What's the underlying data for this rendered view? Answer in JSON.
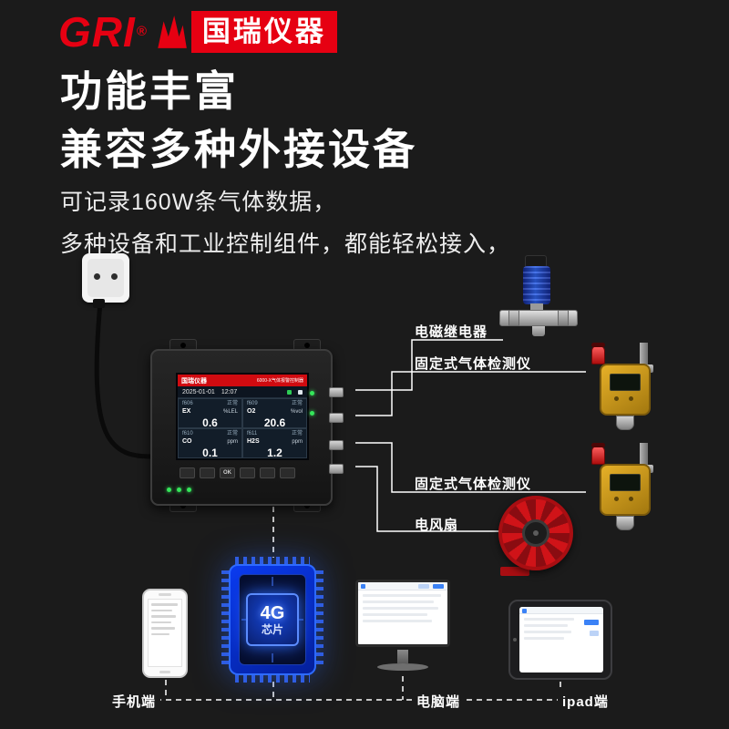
{
  "colors": {
    "accent": "#e60012",
    "background": "#1b1b1b"
  },
  "logo": {
    "brand": "GRI",
    "reg": "®",
    "company": "国瑞仪器"
  },
  "headings": {
    "line1": "功能丰富",
    "line2": "兼容多种外接设备"
  },
  "intro": {
    "line1": "可记录160W条气体数据，",
    "line2": "多种设备和工业控制组件，都能轻松接入，"
  },
  "controller": {
    "brand": "国瑞仪器",
    "model": "6000-X气体报警控制器",
    "date": "2025-01-01",
    "time": "12:07",
    "channels": [
      {
        "id": "f606",
        "status": "正常",
        "gas": "EX",
        "unit": "%LEL",
        "value": "0.6"
      },
      {
        "id": "f609",
        "status": "正常",
        "gas": "O2",
        "unit": "%vol",
        "value": "20.6"
      },
      {
        "id": "f610",
        "status": "正常",
        "gas": "CO",
        "unit": "ppm",
        "value": "0.1"
      },
      {
        "id": "f611",
        "status": "正常",
        "gas": "H2S",
        "unit": "ppm",
        "value": "1.2"
      }
    ],
    "keys": [
      "",
      "",
      "OK",
      "",
      "",
      ""
    ]
  },
  "peripherals": {
    "relay": "电磁继电器",
    "detector_top": "固定式气体检测仪",
    "detector_bottom": "固定式气体检测仪",
    "fan": "电风扇"
  },
  "clients": {
    "phone": "手机端",
    "pc": "电脑端",
    "ipad": "ipad端",
    "chip_line1": "4G",
    "chip_line2": "芯片"
  }
}
